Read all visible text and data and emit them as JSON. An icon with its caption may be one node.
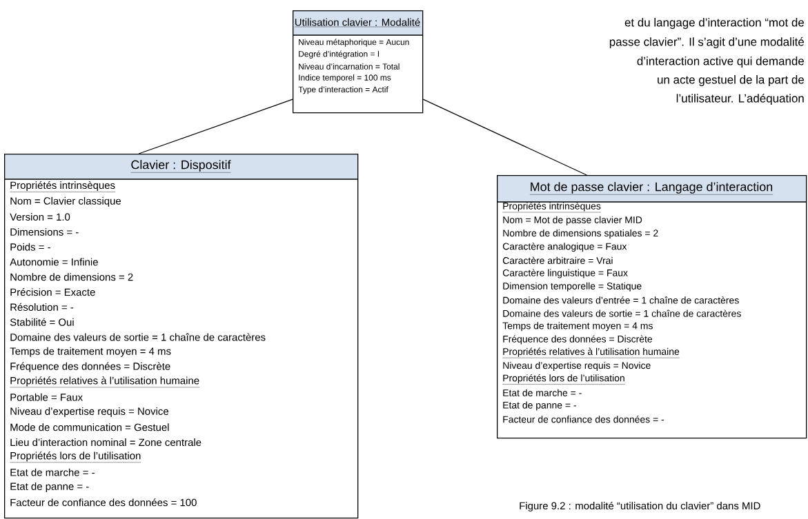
{
  "diagram": {
    "caption": "Figure 9.2 : modalité “utilisation du clavier” dans MID",
    "nodes": [
      {
        "text": [
          "Utilisation clavier : Modalité",
          "Niveau métaphorique = Aucun",
          "Degré d’intégration = I",
          "Niveau d’incarnation = Total",
          "Indice temporel = 100 ms",
          "Type d’interaction = Actif"
        ]
      },
      {
        "text": [
          "Clavier : Dispositif",
          "Propriétés intrinsèques",
          "Nom = Clavier classique",
          "Version = 1.0",
          "Dimensions = -",
          "Poids = -",
          "Autonomie = Infinie",
          "Nombre de dimensions = 2",
          "Précision = Exacte",
          "Résolution = -",
          "Stabilité = Oui",
          "Domaine des valeurs de sortie = 1 chaîne de caractères",
          "Temps de traitement moyen = 4 ms",
          "Fréquence des données = Discrète",
          "Propriétés relatives à l’utilisation humaine",
          "Portable = Faux",
          "Niveau d’expertise requis = Novice",
          "Mode de communication = Gestuel",
          "Lieu d’interaction nominal = Zone centrale",
          "Propriétés lors de l’utilisation",
          "Etat de marche = -",
          "Etat de panne = -",
          "Facteur de confiance des données = 100"
        ]
      },
      {
        "text": [
          "Mot de passe clavier : Langage d’interaction",
          "Propriétés intrinsèques",
          "Nom = Mot de passe clavier MID",
          "Nombre de dimensions spatiales = 2",
          "Caractère analogique = Faux",
          "Caractère arbitraire = Vrai",
          "Caractère linguistique = Faux",
          "Dimension temporelle = Statique",
          "Domaine des valeurs d’entrée = 1 chaîne de caractères",
          "Domaine des valeurs de sortie = 1 chaîne de caractères",
          "Temps de traitement moyen = 4 ms",
          "Fréquence des données = Discrète",
          "Propriétés relatives à l’utilisation humaine",
          "Niveau d’expertise requis = Novice",
          "Propriétés lors de l’utilisation",
          "Etat de marche = -",
          "Etat de panne = -",
          "Facteur de confiance des données = -"
        ]
      }
    ],
    "edges": [
      {
        "from": 0,
        "to": 1,
        "arrow": "none"
      },
      {
        "from": 0,
        "to": 2,
        "arrow": "none"
      }
    ],
    "labels": [
      "et du langage d’interaction “mot de",
      "passe clavier”. Il s’agit d’une modalité",
      "d’interaction active qui demande",
      "un acte gestuel de la part de",
      "l’utilisateur. L’adéquation"
    ]
  }
}
